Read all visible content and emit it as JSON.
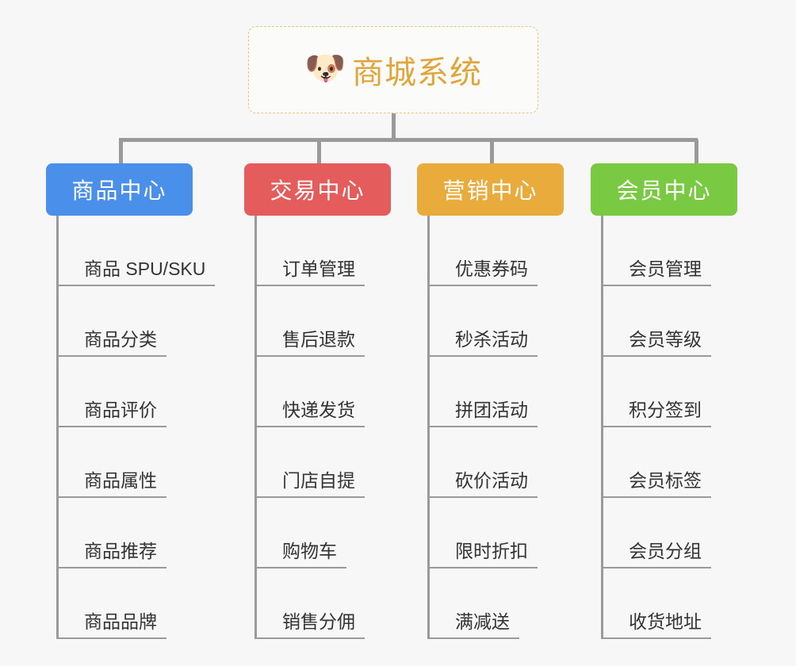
{
  "root": {
    "icon": "dog-face-emoji",
    "icon_glyph": "🐶",
    "title": "商城系统"
  },
  "colors": {
    "background": "#f7f7f7",
    "root_border": "#ecc37a",
    "root_title": "#e0a63b",
    "connector": "#9a9a9a",
    "leaf_text": "#333333",
    "category_1": "#4a90ea",
    "category_2": "#e55c5c",
    "category_3": "#e9ab3c",
    "category_4": "#7ac943"
  },
  "categories": [
    {
      "label": "商品中心",
      "color": "#4a90ea",
      "items": [
        {
          "label": "商品 SPU/SKU"
        },
        {
          "label": "商品分类"
        },
        {
          "label": "商品评价"
        },
        {
          "label": "商品属性"
        },
        {
          "label": "商品推荐"
        },
        {
          "label": "商品品牌"
        }
      ]
    },
    {
      "label": "交易中心",
      "color": "#e55c5c",
      "items": [
        {
          "label": "订单管理"
        },
        {
          "label": "售后退款"
        },
        {
          "label": "快递发货"
        },
        {
          "label": "门店自提"
        },
        {
          "label": "购物车"
        },
        {
          "label": "销售分佣"
        }
      ]
    },
    {
      "label": "营销中心",
      "color": "#e9ab3c",
      "items": [
        {
          "label": "优惠券码"
        },
        {
          "label": "秒杀活动"
        },
        {
          "label": "拼团活动"
        },
        {
          "label": "砍价活动"
        },
        {
          "label": "限时折扣"
        },
        {
          "label": "满减送"
        }
      ]
    },
    {
      "label": "会员中心",
      "color": "#7ac943",
      "items": [
        {
          "label": "会员管理"
        },
        {
          "label": "会员等级"
        },
        {
          "label": "积分签到"
        },
        {
          "label": "会员标签"
        },
        {
          "label": "会员分组"
        },
        {
          "label": "收货地址"
        }
      ]
    }
  ]
}
